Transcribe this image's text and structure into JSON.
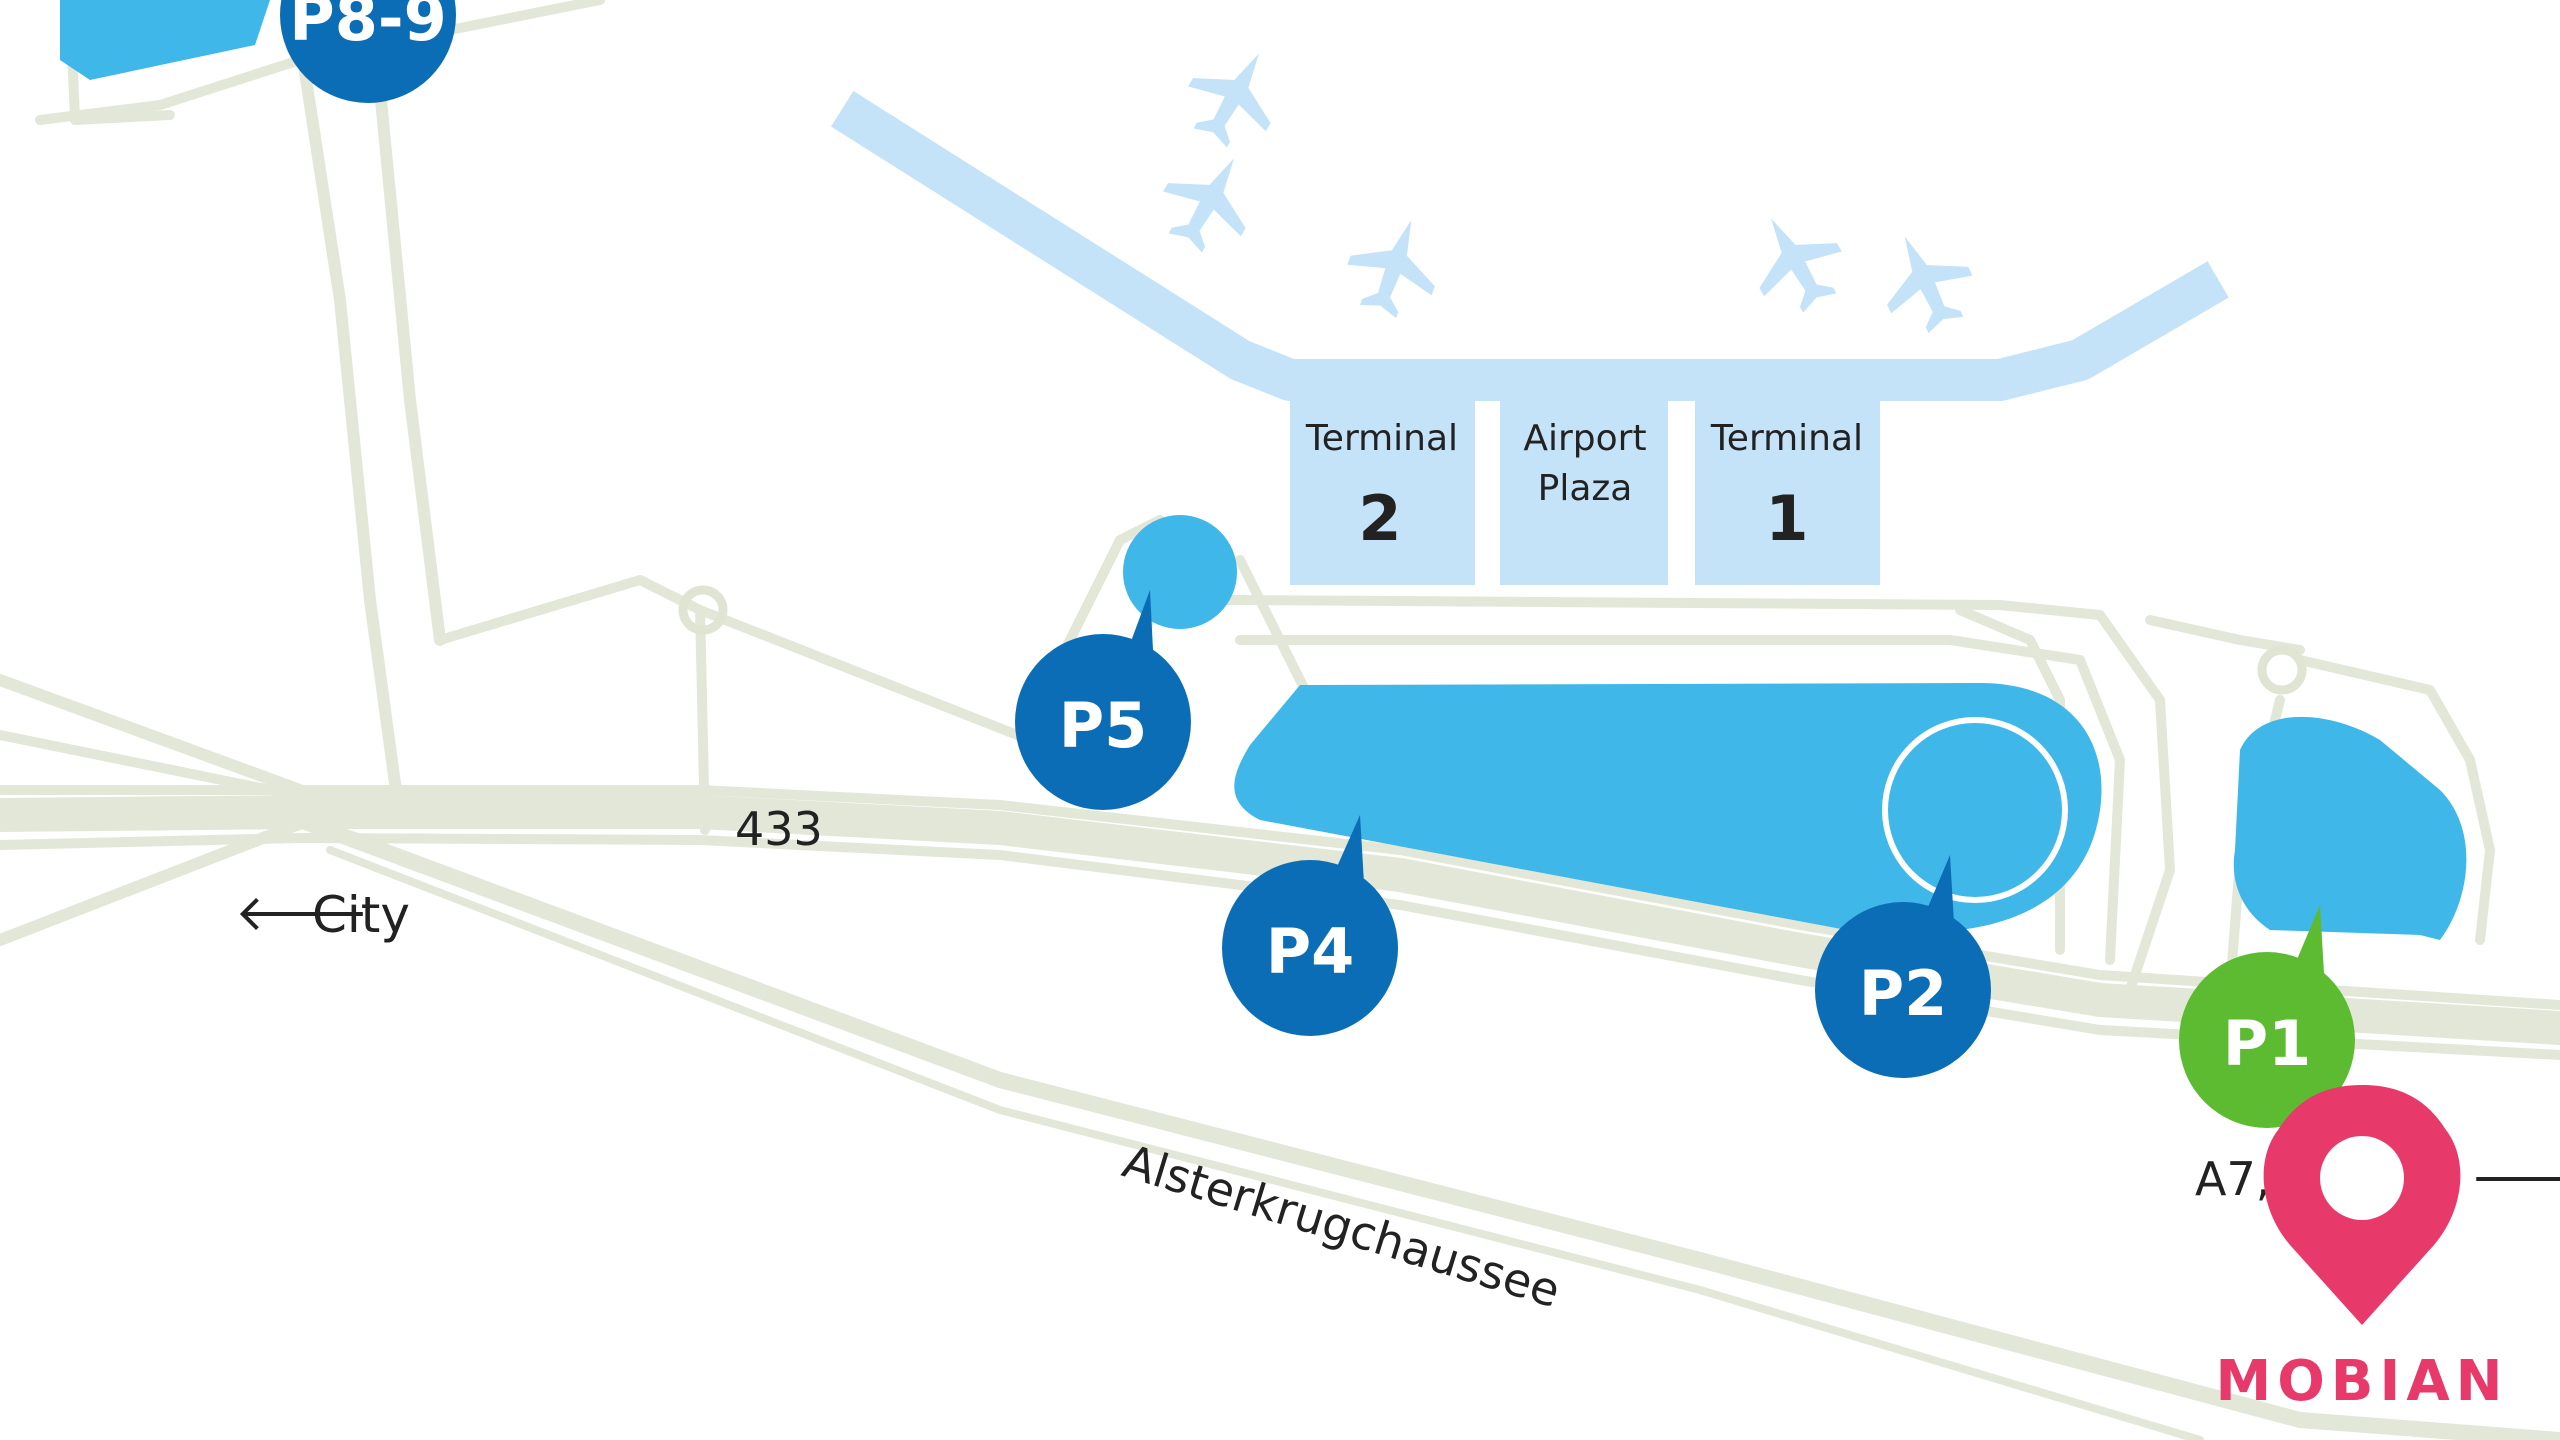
{
  "map": {
    "terminals": [
      {
        "name": "Terminal",
        "number": "2"
      },
      {
        "name": "Airport",
        "number": "Plaza"
      },
      {
        "name": "Terminal",
        "number": "1"
      }
    ],
    "parkings": {
      "p89": "P8-9",
      "p5": "P5",
      "p4": "P4",
      "p2": "P2",
      "p1": "P1"
    },
    "road_number": "433",
    "city_label": "City",
    "city_arrow": "🡐",
    "highway_label": "A7, Ring",
    "highway_arrow": "🡒",
    "street_name": "Alsterkrugchaussee",
    "brand": "MOBIAN",
    "colors": {
      "apron": "#c4e3f8",
      "parking_light": "#3fb7e9",
      "parking_dark": "#0b6db5",
      "parking_green": "#5dbb32",
      "road": "#e3e7d8",
      "brand": "#e8396b"
    }
  }
}
